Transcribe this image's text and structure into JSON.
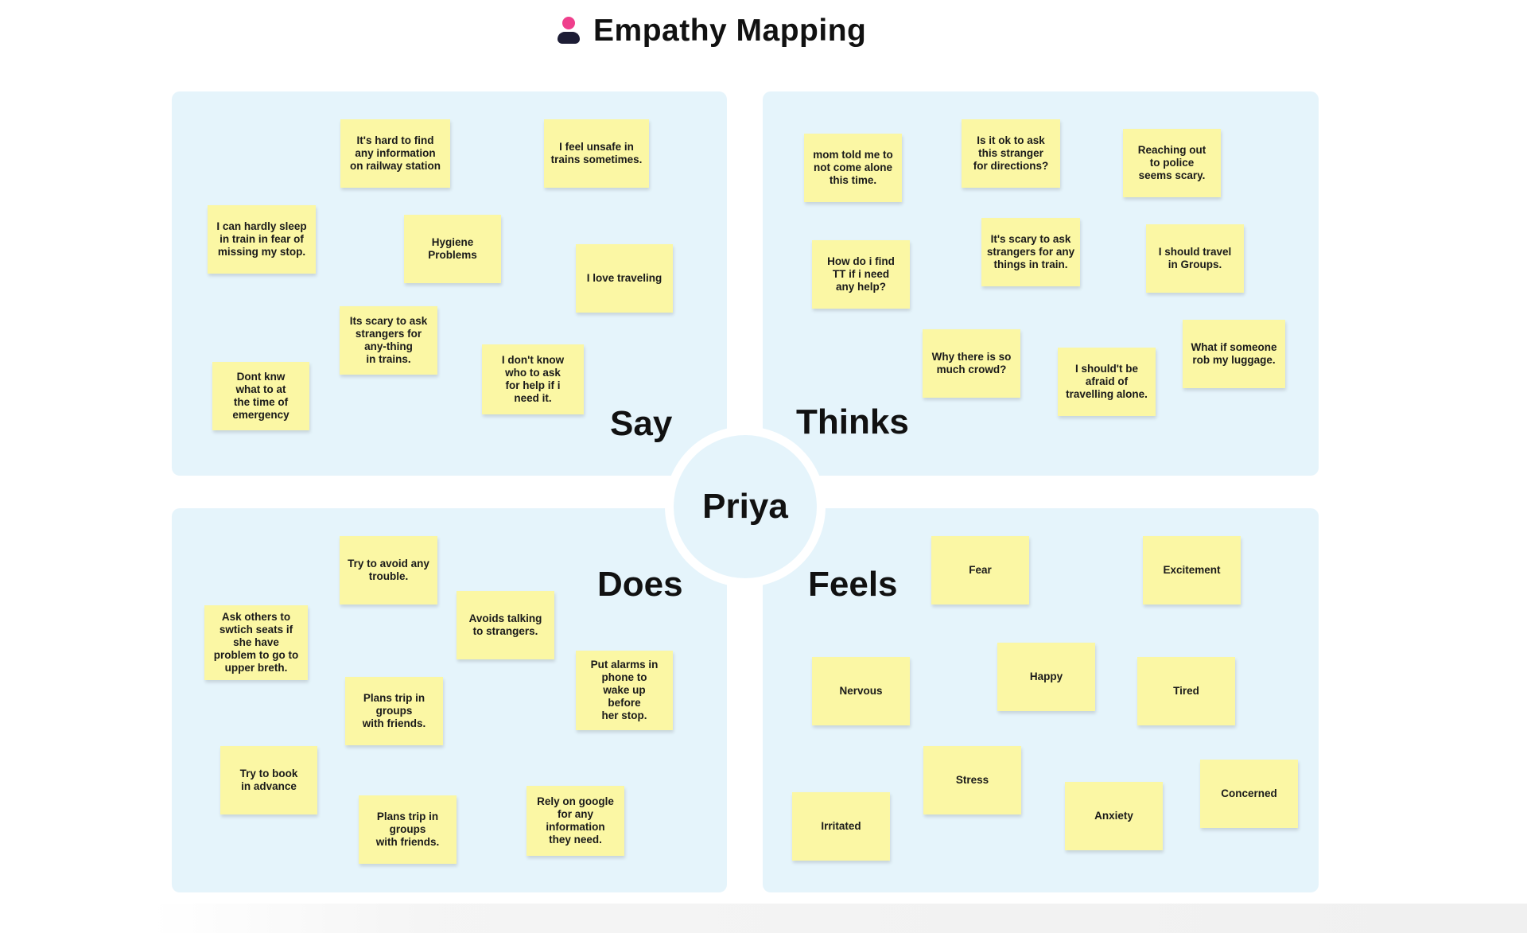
{
  "header": {
    "title": "Empathy Mapping",
    "icon": "person-icon"
  },
  "persona": {
    "name": "Priya"
  },
  "colors": {
    "quadrant_bg": "#e5f4fb",
    "sticky_note": "#fbf7a4",
    "icon_head": "#ef3f8c",
    "icon_body": "#1d1d35"
  },
  "quadrants": {
    "say": {
      "label": "Say",
      "notes": [
        "It's hard to find\nany information\non railway station",
        "I feel unsafe in\ntrains sometimes.",
        "I can hardly sleep\nin train in fear of\nmissing my stop.",
        "Hygiene\nProblems",
        "I love traveling",
        "Its scary to ask\nstrangers for\nany-thing\nin trains.",
        "I don't know\nwho to ask\nfor help if i\nneed it.",
        "Dont knw\nwhat to at\nthe time of\nemergency"
      ]
    },
    "thinks": {
      "label": "Thinks",
      "notes": [
        "mom told me to\nnot come alone\nthis time.",
        "Is it ok to ask\nthis stranger\nfor directions?",
        "Reaching out\nto police\nseems scary.",
        "How do i find\nTT if i need\nany help?",
        "It's scary to ask\nstrangers for any\nthings in train.",
        "I should travel\nin Groups.",
        "Why there is so\nmuch crowd?",
        "I should't be\nafraid of\ntravelling alone.",
        "What if someone\nrob my luggage."
      ]
    },
    "does": {
      "label": "Does",
      "notes": [
        "Try to avoid any\ntrouble.",
        "Avoids talking\nto strangers.",
        "Ask others to\nswtich seats if\nshe have\nproblem to go to\nupper breth.",
        "Put alarms in\nphone to\nwake up\nbefore\nher stop.",
        "Plans trip in\ngroups\nwith friends.",
        "Try to book\nin advance",
        "Plans trip in\ngroups\nwith friends.",
        "Rely on google\nfor any\ninformation\nthey need."
      ]
    },
    "feels": {
      "label": "Feels",
      "notes": [
        "Fear",
        "Excitement",
        "Nervous",
        "Happy",
        "Tired",
        "Stress",
        "Irritated",
        "Anxiety",
        "Concerned"
      ]
    }
  }
}
